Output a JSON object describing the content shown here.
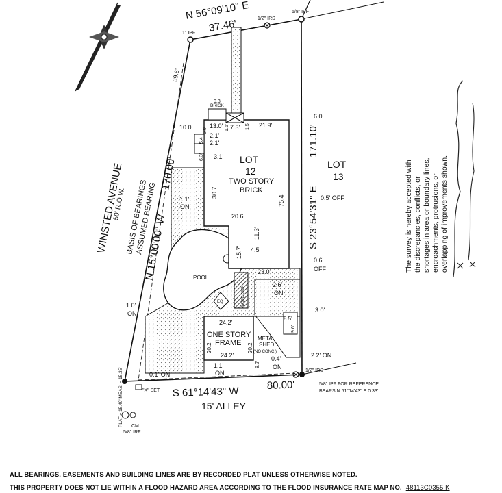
{
  "bearings": {
    "north_line": "N 56°09'10\" E",
    "north_dist": "37.46'",
    "west_line": "N 15°00'00\" W",
    "west_dist": "170.00'",
    "east_line": "S 23°54'31\" E",
    "east_dist": "171.10'",
    "south_line": "S 61°14'43\" W",
    "south_dist": "80.00'"
  },
  "monuments": {
    "ipf_1": "1\" IPF",
    "irs_half": "1/2\" IRS",
    "ipf_58": "5/8\" IPF",
    "irs_half_se": "1/2\" IRS",
    "x_set": "\"X\" SET",
    "ref_line1": "5/8\" IPF FOR REFERENCE",
    "ref_line2": "BEARS N 61°14'43\" E  0.33'",
    "plat_meas": "PLAT = 15.40' MEAS. = 15.35'",
    "cm": "CM",
    "irf": "5/8\" IRF"
  },
  "streets": {
    "winsted": "WINSTED AVENUE",
    "row": "50' R.O.W.",
    "basis1": "BASIS OF BEARINGS",
    "basis2": "ASSUMED BEARING",
    "alley": "15' ALLEY"
  },
  "lots": {
    "lot12_a": "LOT",
    "lot12_b": "12",
    "house_a": "TWO STORY",
    "house_b": "BRICK",
    "lot13_a": "LOT",
    "lot13_b": "13"
  },
  "structures": {
    "pool": "POOL",
    "frame_a": "ONE STORY",
    "frame_b": "FRAME",
    "shed_a": "METAL",
    "shed_b": "SHED",
    "shed_c": "(NO CONC.)",
    "brick": "BRICK",
    "wood_deck": "WOOD DECK",
    "eq": "EQ"
  },
  "dims": {
    "d_396": "39.6'",
    "d_03": "0.3'",
    "d_100": "10.0'",
    "d_130": "13.0'",
    "d_60a": "6.0",
    "d_73": "7.3'",
    "d_15": "1.5'",
    "d_16": "1.6'",
    "d_219": "21.9'",
    "d_60b": "6.0'",
    "d_21a": "2.1'",
    "d_21b": "2.1'",
    "d_31": "3.1'",
    "d_63": "6.3'",
    "d_54": "5.4",
    "d_11": "1.1'",
    "d_on": "ON",
    "d_307": "30.7'",
    "d_754": "75.4'",
    "d_206": "20.6'",
    "d_113": "11.3'",
    "d_157": "15.7'",
    "d_45": "4.5'",
    "d_05": "0.5' OFF",
    "d_230": "23.0'",
    "d_06a": "0.6'",
    "d_off": "OFF",
    "d_26": "2.6'",
    "d_26on": "ON",
    "d_10a": "1.0'",
    "d_10on": "ON",
    "d_30": "3.0'",
    "d_85": "8.5'",
    "d_96": "9.6'",
    "d_242a": "24.2'",
    "d_202a": "20.2'",
    "d_202b": "20.2'",
    "d_242b": "24.2'",
    "d_04": "0.4'",
    "d_04on": "ON",
    "d_22": "2.2' ON",
    "d_11b": "1.1'",
    "d_11bon": "ON",
    "d_01": "0.1' ON",
    "d_82": "8.2'"
  },
  "acceptance": {
    "line1": "The survey is hereby accepted with",
    "line2": "the discrepancies, conflicts, or",
    "line3": "shortages in area or boundary lines,",
    "line4": "encroachments, protrusions, or",
    "line5": "overlapping of improvements shown."
  },
  "notes": {
    "line1": "ALL BEARINGS, EASEMENTS AND BUILDING LINES ARE BY RECORDED PLAT UNLESS OTHERWISE NOTED.",
    "line2": "THIS PROPERTY DOES NOT LIE WITHIN A FLOOD HAZARD AREA ACCORDING TO THE FLOOD INSURANCE RATE MAP NO.",
    "flood_map": "48113C0355 K"
  }
}
